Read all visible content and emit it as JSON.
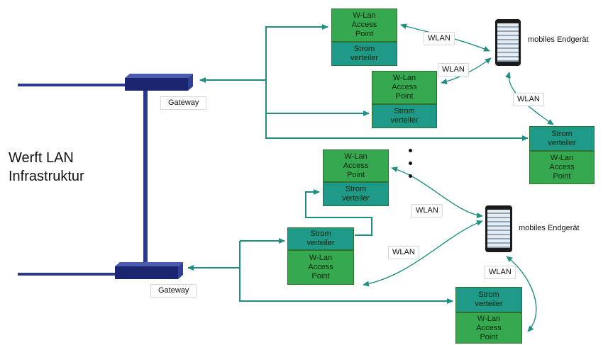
{
  "heading": {
    "line1": "Werft LAN",
    "line2": "Infrastruktur"
  },
  "gateways": {
    "top_label": "Gateway",
    "bottom_label": "Gateway"
  },
  "devices": {
    "top_label": "mobiles Endgerät",
    "bottom_label": "mobiles Endgerät"
  },
  "units": {
    "u1": {
      "wlan": "W-Lan\nAccess\nPoint",
      "strom": "Strom\nverteiler"
    },
    "u2": {
      "wlan": "W-Lan\nAccess\nPoint",
      "strom": "Strom\nverteiler"
    },
    "u3": {
      "strom": "Strom\nverteiler",
      "wlan": "W-Lan\nAccess\nPoint"
    },
    "u4": {
      "wlan": "W-Lan\nAccess\nPoint",
      "strom": "Strom\nverteiler"
    },
    "u5": {
      "strom": "Strom\nverteiler",
      "wlan": "W-Lan\nAccess\nPoint"
    },
    "u6": {
      "strom": "Strom\nverteiler",
      "wlan": "W-Lan\nAccess\nPoint"
    }
  },
  "wlan_labels": {
    "l1": "WLAN",
    "l2": "WLAN",
    "l3": "WLAN",
    "l4": "WLAN",
    "l5": "WLAN",
    "l6": "WLAN"
  },
  "colors": {
    "ap_green": "#35a850",
    "strom_teal": "#1f9a88",
    "arrow_teal": "#1f8f82",
    "lan_blue": "#2a3a8c",
    "gateway_navy": "#1c2670"
  }
}
